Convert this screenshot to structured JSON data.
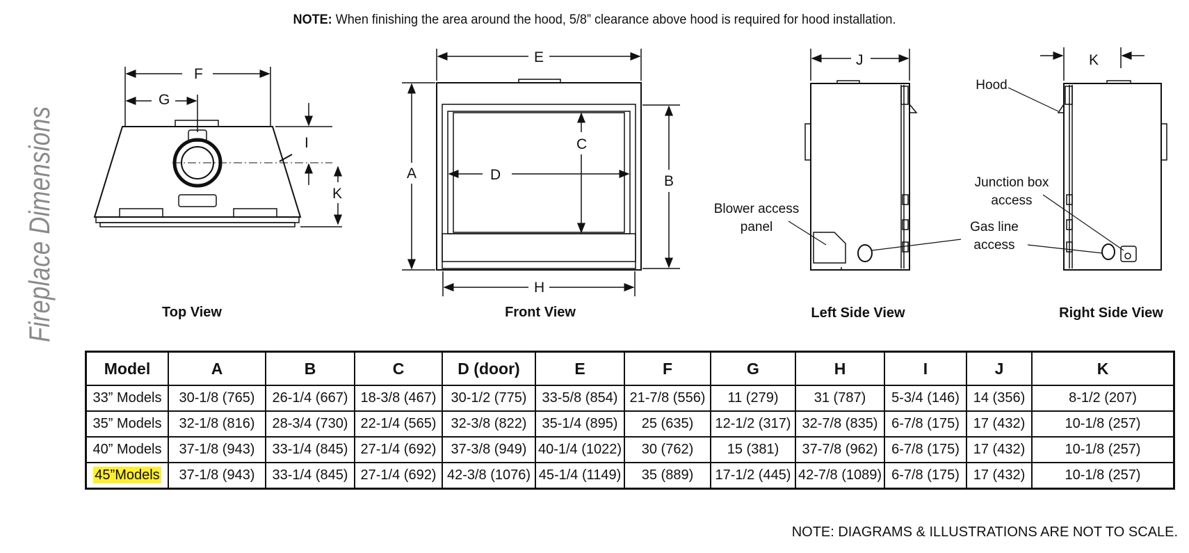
{
  "page_title": "Fireplace Dimensions",
  "top_note": {
    "bold": "NOTE:",
    "text": " When finishing the area around the hood, 5/8” clearance above hood is required for hood installation."
  },
  "views": {
    "top": "Top View",
    "front": "Front View",
    "left": "Left Side View",
    "right": "Right Side View"
  },
  "dimension_letters": {
    "a": "A",
    "b": "B",
    "c": "C",
    "d": "D",
    "e": "E",
    "f": "F",
    "g": "G",
    "h": "H",
    "i": "I",
    "j": "J",
    "k": "K"
  },
  "callouts": {
    "hood": "Hood",
    "blower_line1": "Blower access",
    "blower_line2": "panel",
    "junction_line1": "Junction box",
    "junction_line2": "access",
    "gas_line1": "Gas line",
    "gas_line2": "access"
  },
  "table": {
    "headers": [
      "Model",
      "A",
      "B",
      "C",
      "D (door)",
      "E",
      "F",
      "G",
      "H",
      "I",
      "J",
      "K"
    ],
    "rows": [
      [
        "33” Models",
        "30-1/8 (765)",
        "26-1/4 (667)",
        "18-3/8 (467)",
        "30-1/2 (775)",
        "33-5/8 (854)",
        "21-7/8 (556)",
        "11 (279)",
        "31 (787)",
        "5-3/4 (146)",
        "14 (356)",
        "8-1/2 (207)"
      ],
      [
        "35” Models",
        "32-1/8 (816)",
        "28-3/4 (730)",
        "22-1/4 (565)",
        "32-3/8 (822)",
        "35-1/4 (895)",
        "25 (635)",
        "12-1/2 (317)",
        "32-7/8 (835)",
        "6-7/8 (175)",
        "17 (432)",
        "10-1/8 (257)"
      ],
      [
        "40” Models",
        "37-1/8 (943)",
        "33-1/4 (845)",
        "27-1/4 (692)",
        "37-3/8 (949)",
        "40-1/4 (1022)",
        "30 (762)",
        "15 (381)",
        "37-7/8 (962)",
        "6-7/8 (175)",
        "17 (432)",
        "10-1/8 (257)"
      ],
      [
        "45”Models",
        "37-1/8 (943)",
        "33-1/4 (845)",
        "27-1/4 (692)",
        "42-3/8 (1076)",
        "45-1/4 (1149)",
        "35 (889)",
        "17-1/2 (445)",
        "42-7/8 (1089)",
        "6-7/8 (175)",
        "17 (432)",
        "10-1/8 (257)"
      ]
    ],
    "highlight_color": "#ffee33"
  },
  "bottom_note": "NOTE: DIAGRAMS & ILLUSTRATIONS ARE NOT TO SCALE."
}
